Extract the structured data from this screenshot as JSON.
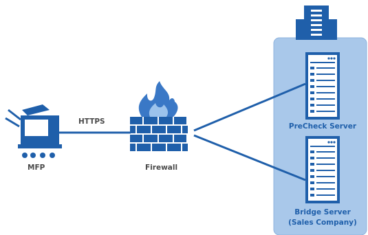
{
  "nodes": {
    "mfp": {
      "label": "MFP",
      "icon": "printer-icon"
    },
    "firewall": {
      "label": "Firewall",
      "icon": "firewall-icon"
    },
    "precheck": {
      "label": "PreCheck Server",
      "icon": "server-icon"
    },
    "bridge": {
      "label_line1": "Bridge Server",
      "label_line2": "(Sales Company)",
      "icon": "server-icon"
    },
    "company": {
      "icon": "building-icon"
    }
  },
  "connection": {
    "protocol": "HTTPS"
  },
  "colors": {
    "primary_blue": "#1f5faa",
    "panel_fill": "#a9c8ea",
    "panel_border": "#8fb3dd",
    "label_dark": "#4a4a4a",
    "flame_outer": "#3a78c6",
    "flame_inner": "#9cc3ec"
  }
}
